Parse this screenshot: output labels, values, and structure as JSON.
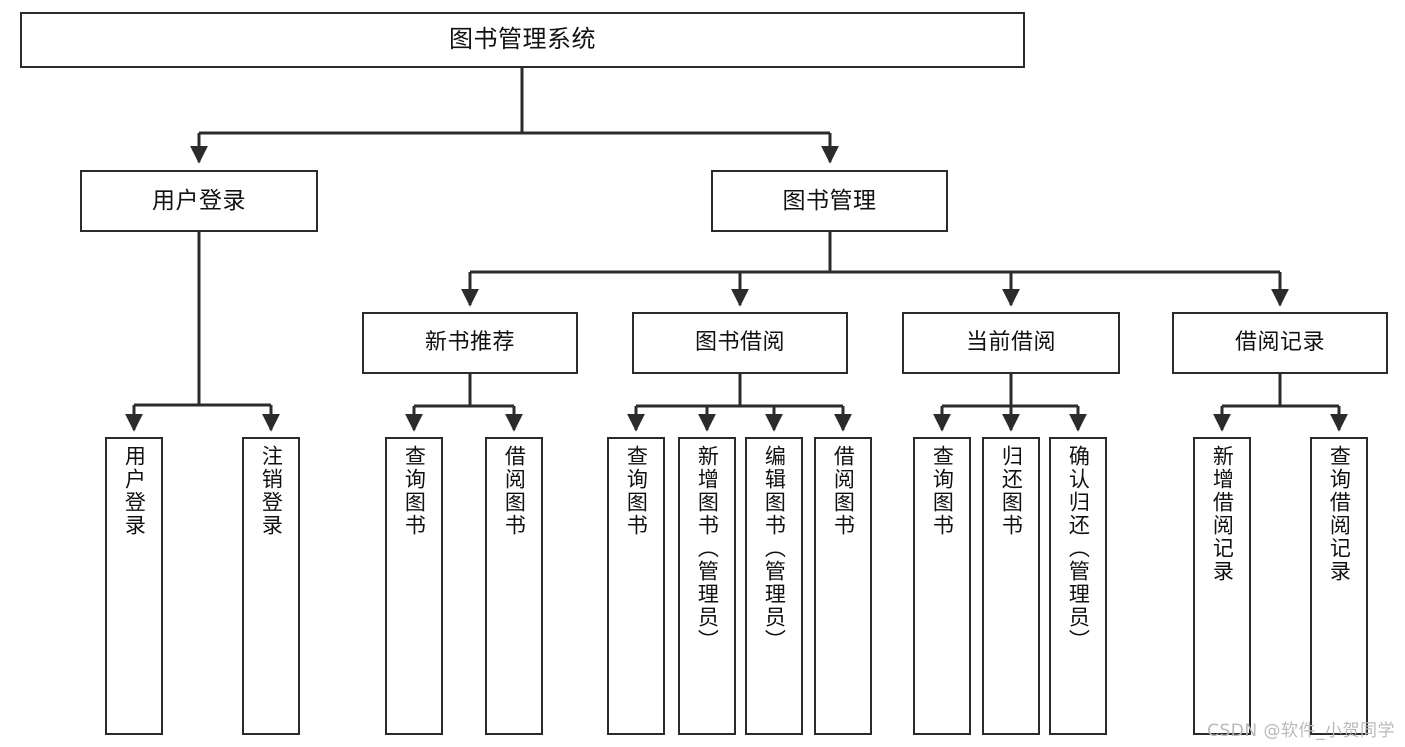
{
  "diagram": {
    "title": "图书管理系统",
    "watermark": "CSDN @软件_小贺同学",
    "root": {
      "label": "图书管理系统"
    },
    "level2": [
      {
        "label": "用户登录"
      },
      {
        "label": "图书管理"
      }
    ],
    "level3": [
      {
        "label": "新书推荐"
      },
      {
        "label": "图书借阅"
      },
      {
        "label": "当前借阅"
      },
      {
        "label": "借阅记录"
      }
    ],
    "leaves": [
      {
        "label": "用户登录"
      },
      {
        "label": "注销登录"
      },
      {
        "label": "查询图书"
      },
      {
        "label": "借阅图书"
      },
      {
        "label": "查询图书"
      },
      {
        "label": "新增图书（管理员）"
      },
      {
        "label": "编辑图书（管理员）"
      },
      {
        "label": "借阅图书"
      },
      {
        "label": "查询图书"
      },
      {
        "label": "归还图书"
      },
      {
        "label": "确认归还（管理员）"
      },
      {
        "label": "新增借阅记录"
      },
      {
        "label": "查询借阅记录"
      }
    ],
    "colors": {
      "stroke": "#2b2b2b",
      "fill": "#ffffff",
      "text": "#111111",
      "watermark": "#b9b9b9"
    }
  }
}
